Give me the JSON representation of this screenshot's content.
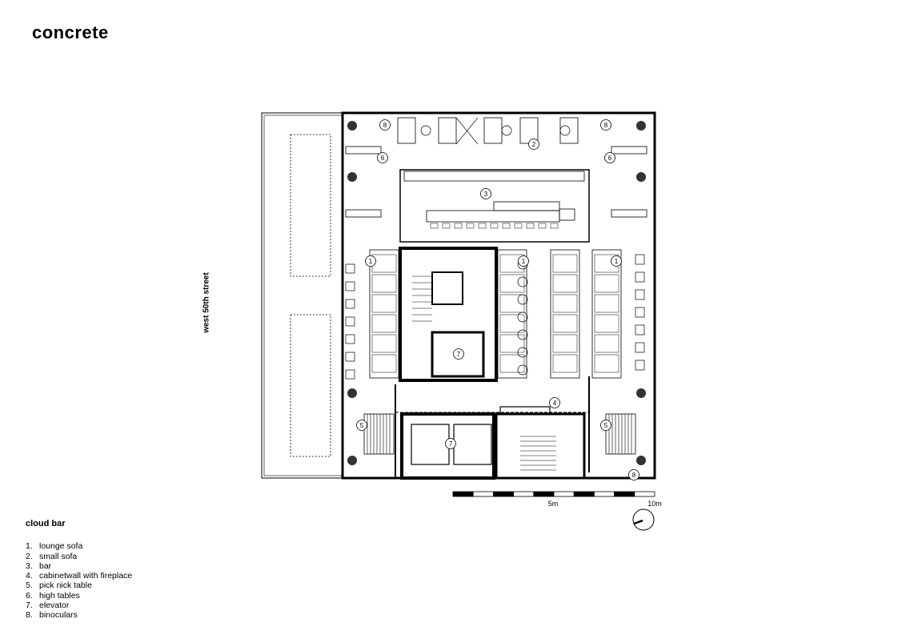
{
  "logo": "concrete",
  "street_label": "west 50th street",
  "legend": {
    "title": "cloud bar",
    "items": [
      {
        "num": "1.",
        "label": "lounge sofa"
      },
      {
        "num": "2.",
        "label": "small sofa"
      },
      {
        "num": "3.",
        "label": "bar"
      },
      {
        "num": "4.",
        "label": "cabinetwall with fireplace"
      },
      {
        "num": "5.",
        "label": "pick nick table"
      },
      {
        "num": "6.",
        "label": "high tables"
      },
      {
        "num": "7.",
        "label": "elevator"
      },
      {
        "num": "8.",
        "label": "binoculars"
      }
    ]
  },
  "scale": {
    "mid_label": "5m",
    "end_label": "10m"
  },
  "markers": [
    "8",
    "8",
    "2",
    "6",
    "6",
    "3",
    "1",
    "1",
    "1",
    "7",
    "7",
    "4",
    "5",
    "5",
    "8"
  ]
}
